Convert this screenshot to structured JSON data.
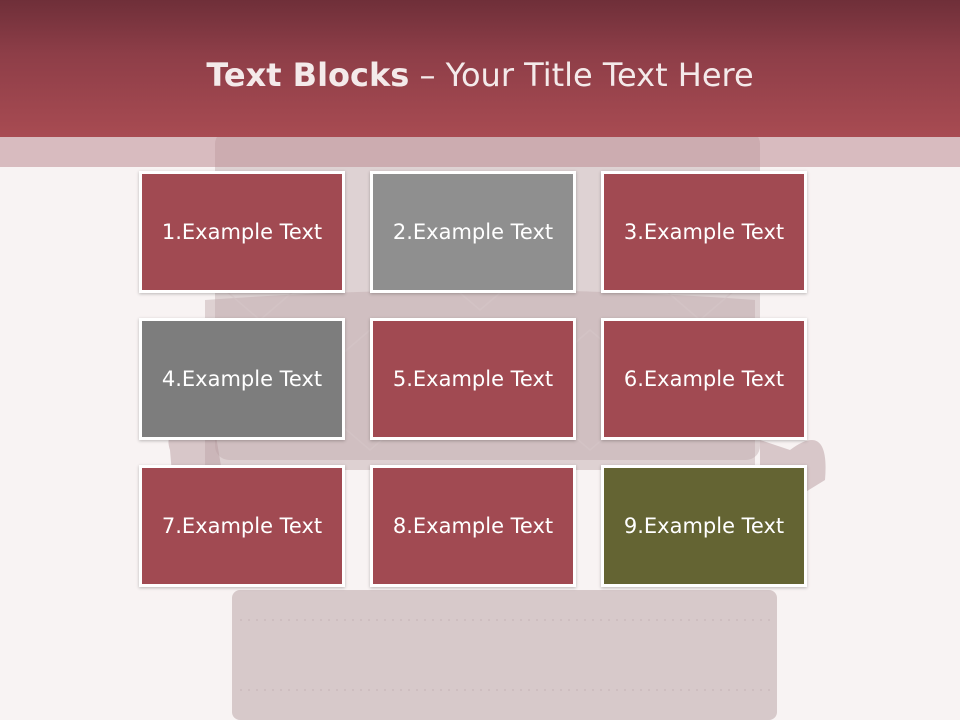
{
  "title": {
    "bold": "Text Blocks",
    "separator": " – ",
    "rest": "Your Title Text Here"
  },
  "colors": {
    "header": "#a84b52",
    "block_red": "#a14a52",
    "block_gray_light": "#8f8f8f",
    "block_gray_dark": "#7d7d7d",
    "block_olive": "#646433",
    "border": "#ffffff"
  },
  "blocks": [
    {
      "label": "1.Example Text"
    },
    {
      "label": "2.Example Text"
    },
    {
      "label": "3.Example Text"
    },
    {
      "label": "4.Example Text"
    },
    {
      "label": "5.Example Text"
    },
    {
      "label": "6.Example Text"
    },
    {
      "label": "7.Example Text"
    },
    {
      "label": "8.Example Text"
    },
    {
      "label": "9.Example Text"
    }
  ]
}
